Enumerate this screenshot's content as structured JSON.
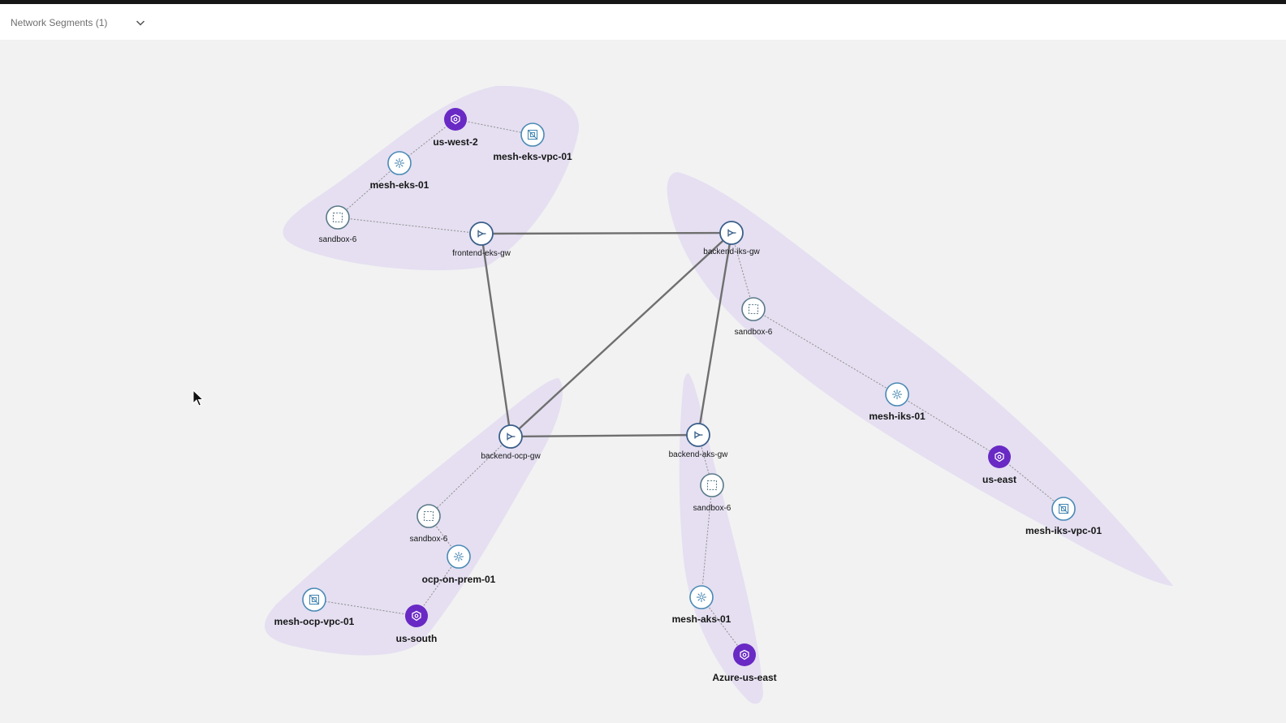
{
  "toolbar": {
    "segments_label": "Network Segments (1)",
    "chevron_icon": "chevron-down-icon"
  },
  "colors": {
    "region_fill": "#c9b8f0",
    "cloud_node": "#6929c4",
    "node_stroke": "#4a8ab5",
    "gateway_stroke": "#3a5f8a",
    "link": "#6f6f6f"
  },
  "nodes": {
    "us_west_2": "us-west-2",
    "mesh_eks_vpc_01": "mesh-eks-vpc-01",
    "mesh_eks_01": "mesh-eks-01",
    "sandbox_6_a": "sandbox-6",
    "frontend_eks_gw": "frontend-eks-gw",
    "backend_iks_gw": "backend-iks-gw",
    "sandbox_6_b": "sandbox-6",
    "mesh_iks_01": "mesh-iks-01",
    "us_east": "us-east",
    "mesh_iks_vpc_01": "mesh-iks-vpc-01",
    "backend_ocp_gw": "backend-ocp-gw",
    "backend_aks_gw": "backend-aks-gw",
    "sandbox_6_c": "sandbox-6",
    "sandbox_6_d": "sandbox-6",
    "ocp_on_prem_01": "ocp-on-prem-01",
    "mesh_ocp_vpc_01": "mesh-ocp-vpc-01",
    "us_south": "us-south",
    "mesh_aks_01": "mesh-aks-01",
    "azure_us_east": "Azure-us-east"
  }
}
